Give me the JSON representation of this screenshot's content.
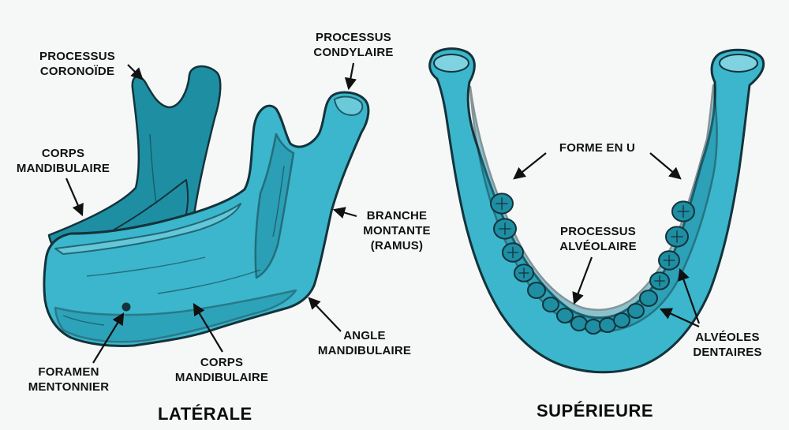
{
  "colors": {
    "bone_fill": "#3bb6cc",
    "bone_shadow": "#1e8ea3",
    "bone_highlight": "#7fd3e0",
    "outline": "#14333a",
    "background": "#f6f8f8",
    "text": "#111111"
  },
  "lateral_view": {
    "title": "LATÉRALE",
    "labels": {
      "coronoid_process": [
        "PROCESSUS",
        "CORONOÏDE"
      ],
      "condylar_process": [
        "PROCESSUS",
        "CONDYLAIRE"
      ],
      "body_upper": [
        "CORPS",
        "MANDIBULAIRE"
      ],
      "ramus": [
        "BRANCHE",
        "MONTANTE",
        "(RAMUS)"
      ],
      "mental_foramen": [
        "FORAMEN",
        "MENTONNIER"
      ],
      "body_lower": [
        "CORPS",
        "MANDIBULAIRE"
      ],
      "mandibular_angle": [
        "ANGLE",
        "MANDIBULAIRE"
      ]
    }
  },
  "superior_view": {
    "title": "SUPÉRIEURE",
    "labels": {
      "u_shape": "FORME EN U",
      "alveolar_process": [
        "PROCESSUS",
        "ALVÉOLAIRE"
      ],
      "dental_alveoli": [
        "ALVÉOLES",
        "DENTAIRES"
      ]
    }
  }
}
